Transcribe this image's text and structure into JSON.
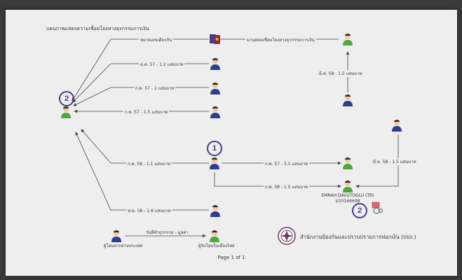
{
  "title": "แผนภาพแสดงความเชื่อมโยงทางธุรกรรมการเงิน",
  "edges": {
    "top_link": "หมายเลขเดียวกัน",
    "top_right_link": "มาบุคคลเชื่อมโยงทางธุรกรรมการเงิน",
    "e1": "ต.ค. 57 - 1.2 แสนบาท",
    "e2": "ก.ค. 57 - 1 แสนบาท",
    "e3": "ก.พ. 57 - 1.5 แสนบาท",
    "e4": "ก.พ. 58 - 1.1 แสนบาท",
    "e5": "พ.ค. 58 - 1.6 แสนบาท",
    "e6": "ก.พ. 57 - 3.1 แสนบาท",
    "e7": "ก.พ. 58 - 1.5 แสนบาท",
    "e8": "มี.ค. 58 - 1.5 แสนบาท",
    "e9": "มี.ค. 58 - 1.5 แสนบาท"
  },
  "badges": {
    "left": "2",
    "center": "1",
    "bottom_right": "2"
  },
  "target": {
    "name": "EMRAH DAVUTOGLU (TR)",
    "id": "U10166698"
  },
  "legend": {
    "foreign_label": "ผู้โอนจากต่างประเทศ",
    "arrow_label": "วันที่ทำธุรกรรม - มูลค่า",
    "thai_label": "ผู้รับโอนในเมืองไทย"
  },
  "agency": "สำนักงานป้องกันและปราบปรามการฟอกเงิน (ปปง.)",
  "page": "Page 1 of 1",
  "colors": {
    "blue_person": "#2b3f8f",
    "green_person": "#4fa83b",
    "badge": "#4b3a8e",
    "line": "#444444"
  }
}
